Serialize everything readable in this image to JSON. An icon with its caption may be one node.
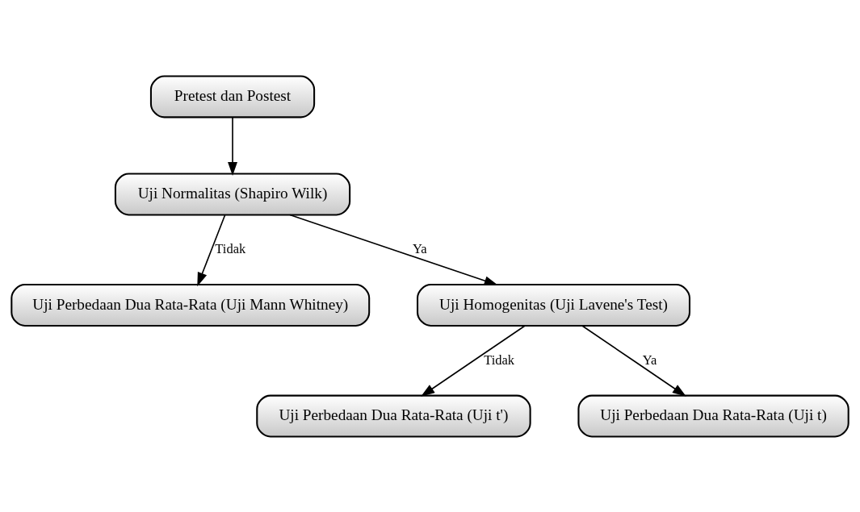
{
  "diagram": {
    "nodes": [
      {
        "text": [
          "Pretest dan Postest"
        ]
      },
      {
        "text": [
          "Uji Normalitas (Shapiro Wilk)"
        ]
      },
      {
        "text": [
          "Uji Perbedaan Dua Rata-Rata (Uji Mann Whitney)"
        ]
      },
      {
        "text": [
          "Uji Homogenitas (Uji Lavene's Test)"
        ]
      },
      {
        "text": [
          "Uji Perbedaan Dua Rata-Rata (Uji t')"
        ]
      },
      {
        "text": [
          "Uji Perbedaan Dua Rata-Rata (Uji t)"
        ]
      }
    ],
    "edges": [
      {
        "from": 0,
        "to": 1,
        "arrow": "to"
      },
      {
        "from": 1,
        "to": 2,
        "arrow": "to",
        "label": "Tidak"
      },
      {
        "from": 1,
        "to": 3,
        "arrow": "to",
        "label": "Ya"
      },
      {
        "from": 3,
        "to": 4,
        "arrow": "to",
        "label": "Tidak"
      },
      {
        "from": 3,
        "to": 5,
        "arrow": "to",
        "label": "Ya"
      }
    ]
  }
}
